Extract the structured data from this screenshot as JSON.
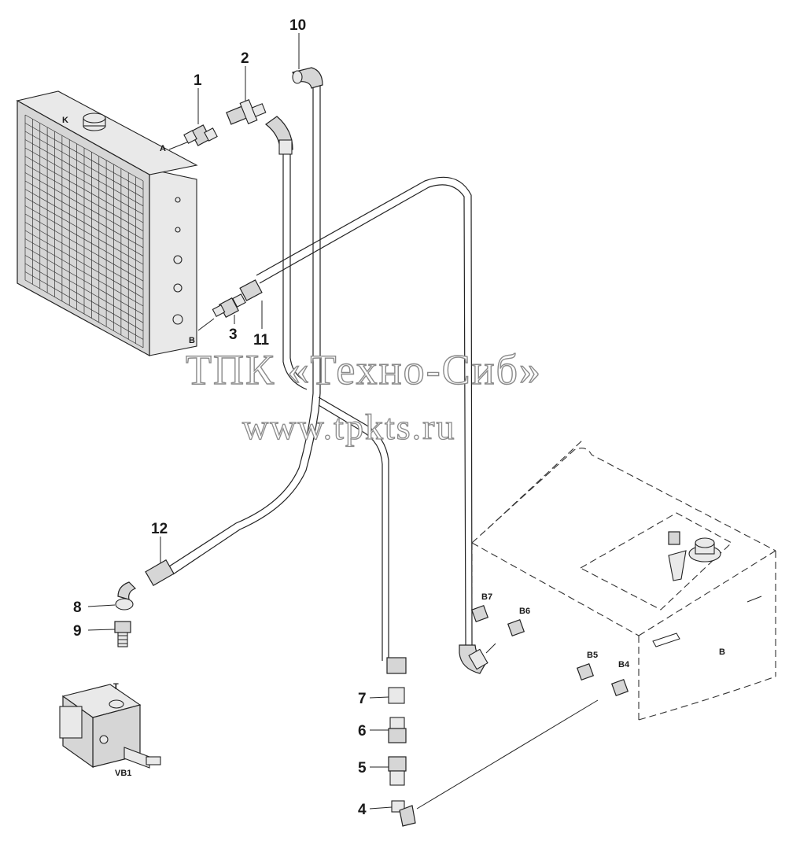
{
  "callouts": {
    "c1": "1",
    "c2": "2",
    "c3": "3",
    "c4": "4",
    "c5": "5",
    "c6": "6",
    "c7": "7",
    "c8": "8",
    "c9": "9",
    "c10": "10",
    "c11": "11",
    "c12": "12"
  },
  "letters": {
    "radiator_k": "K",
    "port_a": "A",
    "port_b_radiator": "B",
    "tank_b": "B",
    "b4": "B4",
    "b5": "B5",
    "b6": "B6",
    "b7": "B7",
    "valve_t": "T",
    "valve_vb1": "VB1"
  },
  "watermark": {
    "company": "ТПК «Техно-Сиб»",
    "website": "www.tpkts.ru"
  }
}
